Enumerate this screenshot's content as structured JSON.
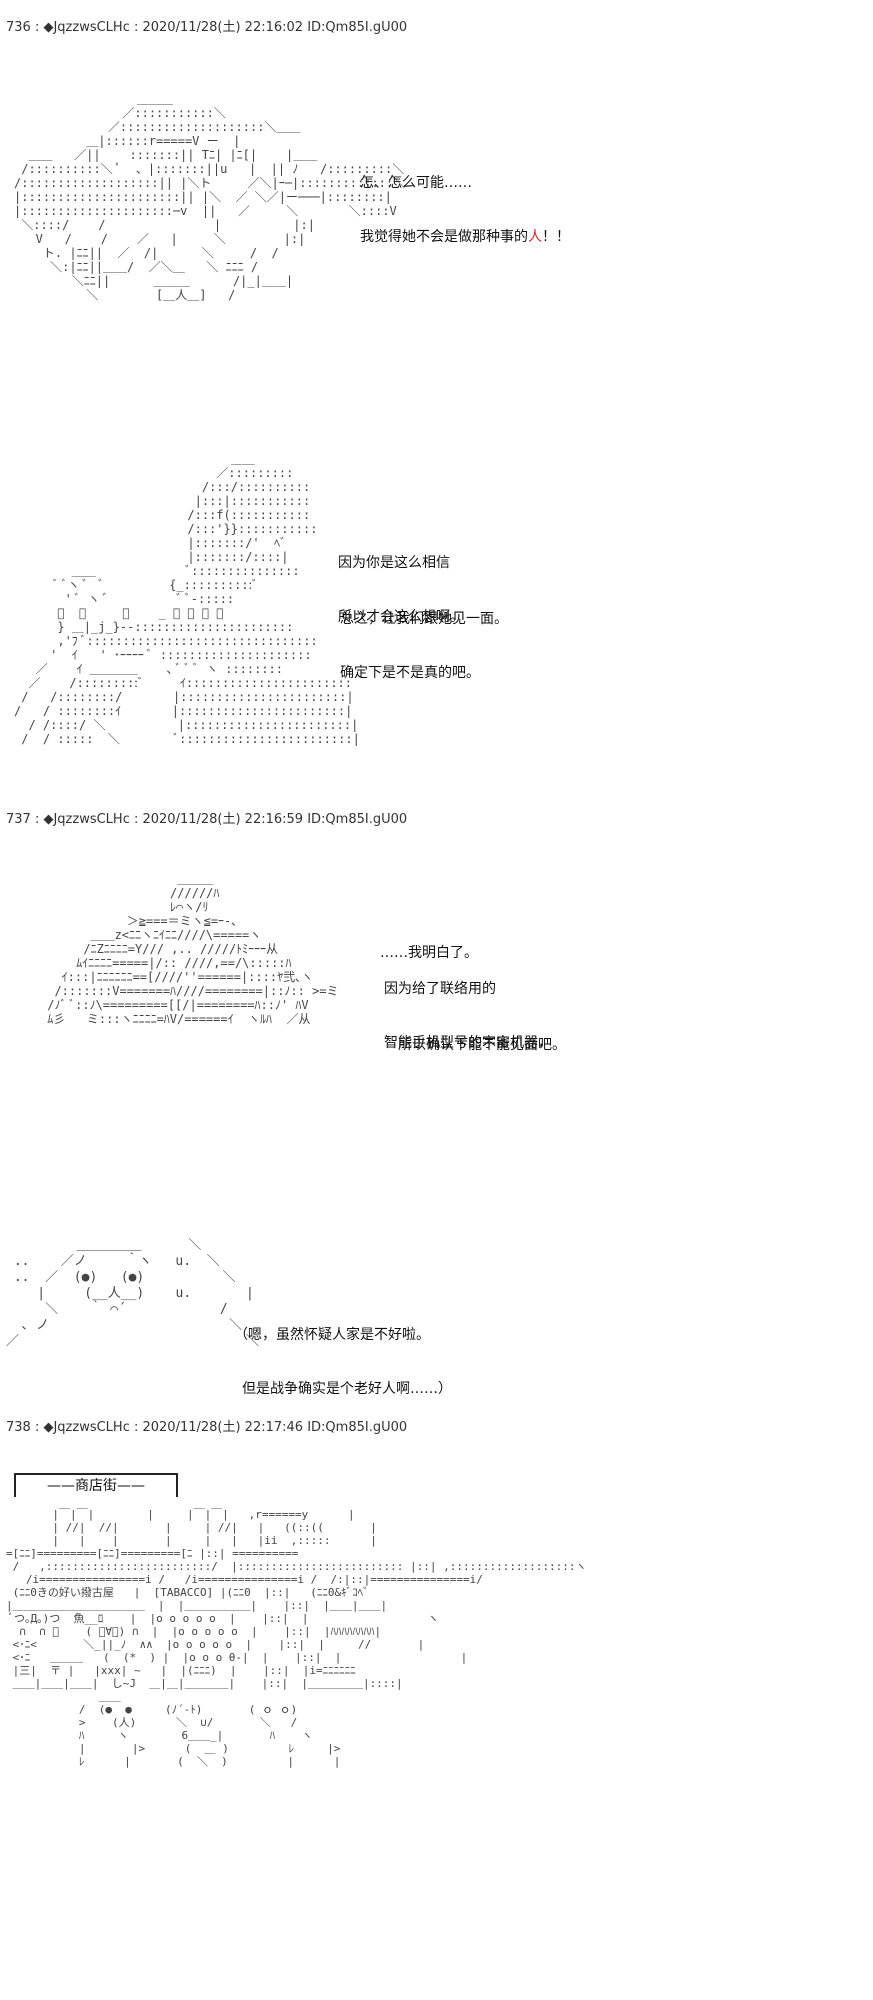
{
  "posts": [
    {
      "header": "736 : ◆JqzzwsCLHc : 2020/11/28(土) 22:16:02 ID:Qm85I.gU00"
    },
    {
      "header": "737 : ◆JqzzwsCLHc : 2020/11/28(土) 22:16:59 ID:Qm85I.gU00"
    },
    {
      "header": "738 : ◆JqzzwsCLHc : 2020/11/28(土) 22:17:46 ID:Qm85I.gU00"
    }
  ],
  "dialogs": {
    "d1_line1": "怎、怎么可能……",
    "d1_line2_a": "我觉得她不会是做那种事的",
    "d1_line2_b": "人",
    "d1_line2_c": "！！",
    "d2_line1": "因为你是这么相信",
    "d2_line2": "所以才会这么想啊。",
    "d3_line1": "总之，让我们跟她见一面。",
    "d3_line2": "确定下是不是真的吧。",
    "d4_line1": "……我明白了。",
    "d5_line1": "因为给了联络用的",
    "d5_line2": "智能手机型号的宇宙机器，",
    "d5_line3": "所以确认下能不能见面吧。",
    "d6_line1": "（嗯，虽然怀疑人家是不好啦。",
    "d6_line2": "但是战争确实是个老好人啊……）"
  },
  "sign": {
    "label": "——商店街——"
  },
  "colors": {
    "accent_red": "#dd2222"
  }
}
